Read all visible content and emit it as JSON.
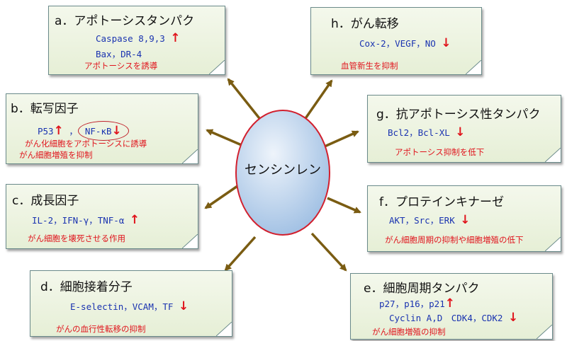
{
  "center": {
    "label": "センシンレン"
  },
  "colors": {
    "arrow": "#7a5c12",
    "accent_red": "#e0141c",
    "text_blue": "#1a33b0",
    "ellipse_fill": "#bcd3ec",
    "ellipse_border": "#d2202e"
  },
  "boxes": {
    "a": {
      "title": "a．アポトーシスタンパク",
      "line1": "Caspase 8,9,3",
      "arrow1": "↑",
      "line2": "Bax，DR-4",
      "note": "アポトーシスを誘導"
    },
    "b": {
      "title": "b．転写因子",
      "p53": "P53",
      "arrow1": "↑",
      "sep": "，",
      "nfkb": "NF-κB",
      "arrow2": "↓",
      "note1": "がん化細胞をアポトーシスに誘導",
      "note2": "がん細胞増殖を抑制"
    },
    "c": {
      "title": "c．成長因子",
      "line1": "IL-2，IFN-γ，TNF-α",
      "arrow1": "↑",
      "note": "がん細胞を壊死させる作用"
    },
    "d": {
      "title": "d．細胞接着分子",
      "line1": "E-selectin，VCAM，TF",
      "arrow1": "↓",
      "note": "がんの血行性転移の抑制"
    },
    "h": {
      "title": "h．がん転移",
      "line1": "Cox-2，VEGF，NO",
      "arrow1": "↓",
      "note": "血管新生を抑制"
    },
    "g": {
      "title": "g．抗アポトーシス性タンパク",
      "line1": "Bcl2，Bcl-XL",
      "arrow1": "↓",
      "note": "アポトーシス抑制を低下"
    },
    "f": {
      "title": "f．プロテインキナーゼ",
      "line1": "AKT，Src，ERK",
      "arrow1": "↓",
      "note": "がん細胞周期の抑制や細胞増殖の低下"
    },
    "e": {
      "title": "e．細胞周期タンパク",
      "line1": "p27，p16，p21",
      "arrow1": "↑",
      "line2": "Cyclin A,D　CDK4，CDK2",
      "arrow2": "↓",
      "note": "がん細胞増殖の抑制"
    }
  }
}
